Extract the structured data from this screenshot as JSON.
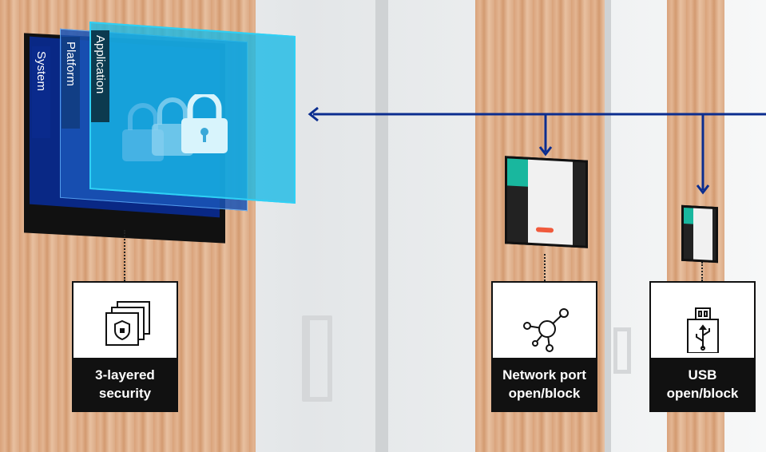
{
  "layers": {
    "system": "System",
    "platform": "Platform",
    "application": "Application"
  },
  "features": [
    {
      "line1": "3-layered",
      "line2": "security",
      "icon": "shield-layers-icon"
    },
    {
      "line1": "Network port",
      "line2": "open/block",
      "icon": "network-icon"
    },
    {
      "line1": "USB",
      "line2": "open/block",
      "icon": "usb-icon"
    }
  ],
  "colors": {
    "arrow": "#0b2d8f",
    "app_layer": "#16b8e6",
    "platform_layer": "#1a66c8",
    "system_layer": "#0a2a8c"
  }
}
